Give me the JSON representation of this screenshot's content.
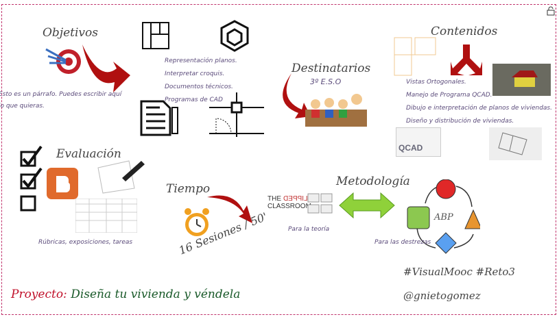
{
  "objetivos": {
    "title": "Objetivos",
    "items": [
      "Representación planos.",
      "Interpretar croquis.",
      "Documentos técnicos.",
      "Programas de CAD"
    ],
    "paragraph": "Esto es un párrafo. Puedes escribir aquí lo que quieras."
  },
  "destinatarios": {
    "title": "Destinatarios",
    "level": "3º E.S.O"
  },
  "contenidos": {
    "title": "Contenidos",
    "items": [
      "Vistas Ortogonales.",
      "Manejo de Programa QCAD.",
      "Dibujo e interpretación de planos de viviendas.",
      "Diseño y distribución de viviendas."
    ],
    "logo": "QCAD"
  },
  "evaluacion": {
    "title": "Evaluación",
    "caption": "Rúbricas, exposiciones, tareas"
  },
  "tiempo": {
    "title": "Tiempo",
    "duration": "16 Sesiones / 50'"
  },
  "metodologia": {
    "title": "Metodología",
    "flipped_the": "THE",
    "flipped_word": "FLIPPED",
    "flipped_classroom": "CLASSROOM",
    "teoria": "Para la teoría",
    "abp": "ABP",
    "destrezas": "Para las destrezas"
  },
  "footer": {
    "hashtags": "#VisualMooc #Reto3",
    "handle": "@gnietogomez",
    "project_label": "Proyecto:",
    "project_text": "Diseña tu vivienda y véndela"
  },
  "colors": {
    "border": "#c0306a",
    "arrow_red": "#b01010",
    "arrow_green": "#8fd13a",
    "project": "#c0102a"
  }
}
